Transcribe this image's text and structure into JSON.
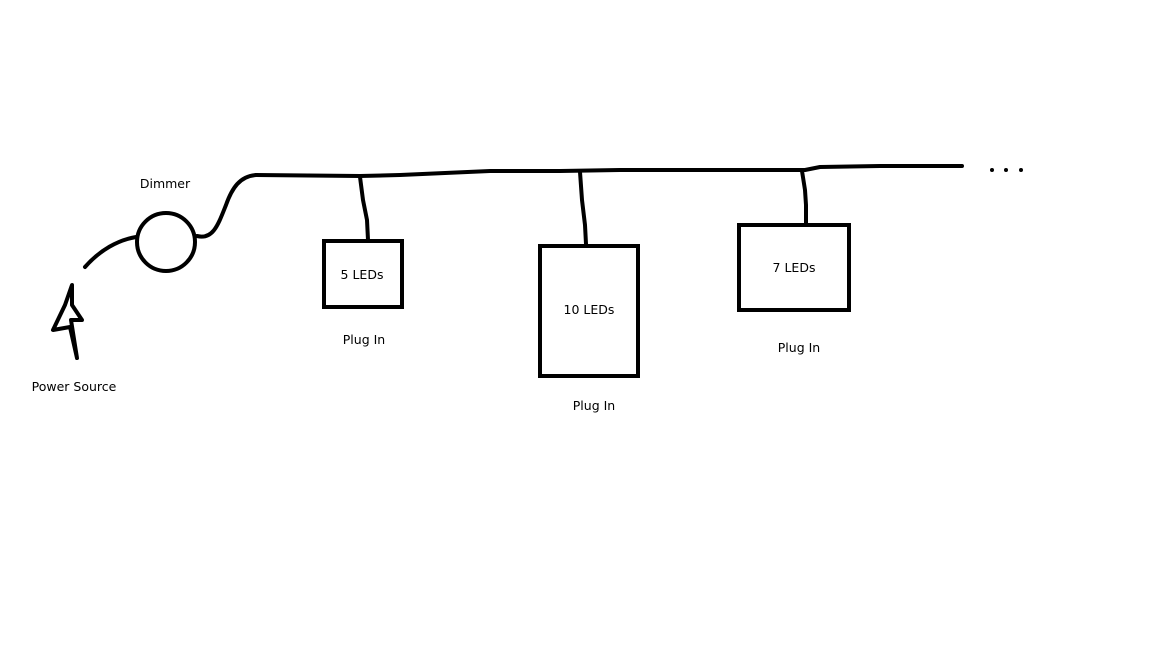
{
  "diagram": {
    "dimmer_label": "Dimmer",
    "power_source_label": "Power Source",
    "continuation_symbol": "...",
    "devices": [
      {
        "name": "5 LEDs",
        "connector": "Plug In"
      },
      {
        "name": "10 LEDs",
        "connector": "Plug In"
      },
      {
        "name": "7 LEDs",
        "connector": "Plug In"
      }
    ]
  }
}
